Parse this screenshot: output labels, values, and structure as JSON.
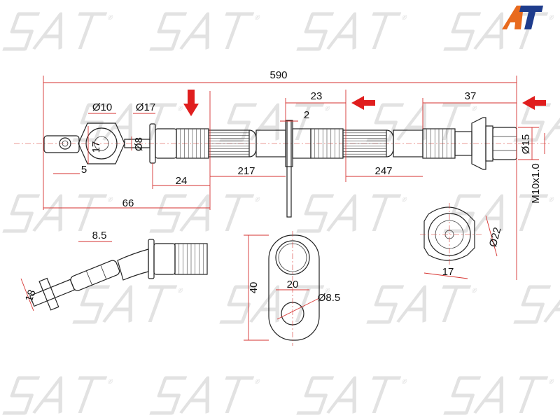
{
  "logo": {
    "text": "AT",
    "primary_color": "#e86a1e",
    "secondary_color": "#1e3c8c"
  },
  "watermark": {
    "text": "SAT",
    "mark": "®"
  },
  "colors": {
    "dimension": "#d6322f",
    "outline": "#222222",
    "arrow": "#e01e1e"
  },
  "dimensions": {
    "overall_length": "590",
    "left_end_length": "66",
    "fitting_length": "24",
    "section_a_length": "217",
    "bracket_offset": "23",
    "bracket_thickness": "2",
    "section_b_length": "247",
    "right_fitting_length": "37",
    "eye_bore": "Ø10",
    "eye_outer": "Ø17",
    "hex_size": "17",
    "pipe_dia": "Ø8",
    "eye_offset": "5",
    "flange_dia": "Ø15",
    "thread": "M10x1.0",
    "bend_dim": "8.5",
    "bend_width": "18",
    "bracket_height": "40",
    "bracket_width": "20",
    "bracket_hole": "Ø8.5",
    "nut_dia": "Ø22",
    "nut_width": "17"
  }
}
